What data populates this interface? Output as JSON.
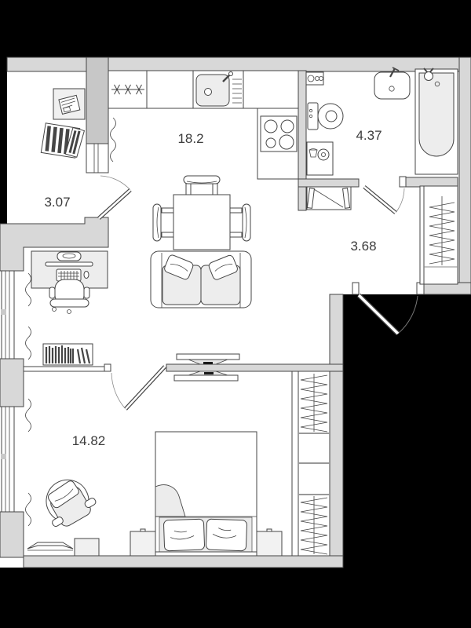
{
  "plan": {
    "type": "floor-plan",
    "room_labels": [
      {
        "room": "kitchen-living-room",
        "area": "18.2"
      },
      {
        "room": "bathroom",
        "area": "4.37"
      },
      {
        "room": "entry-hall",
        "area": "3.07"
      },
      {
        "room": "hallway",
        "area": "3.68"
      },
      {
        "room": "bedroom",
        "area": "14.82"
      }
    ],
    "colors": {
      "outside": "#000000",
      "wall": "#d8d8d8",
      "wall_dark": "#c7c7c7",
      "outline": "#454545",
      "furniture": "#ededed",
      "label_text": "#3c3c3c"
    }
  }
}
